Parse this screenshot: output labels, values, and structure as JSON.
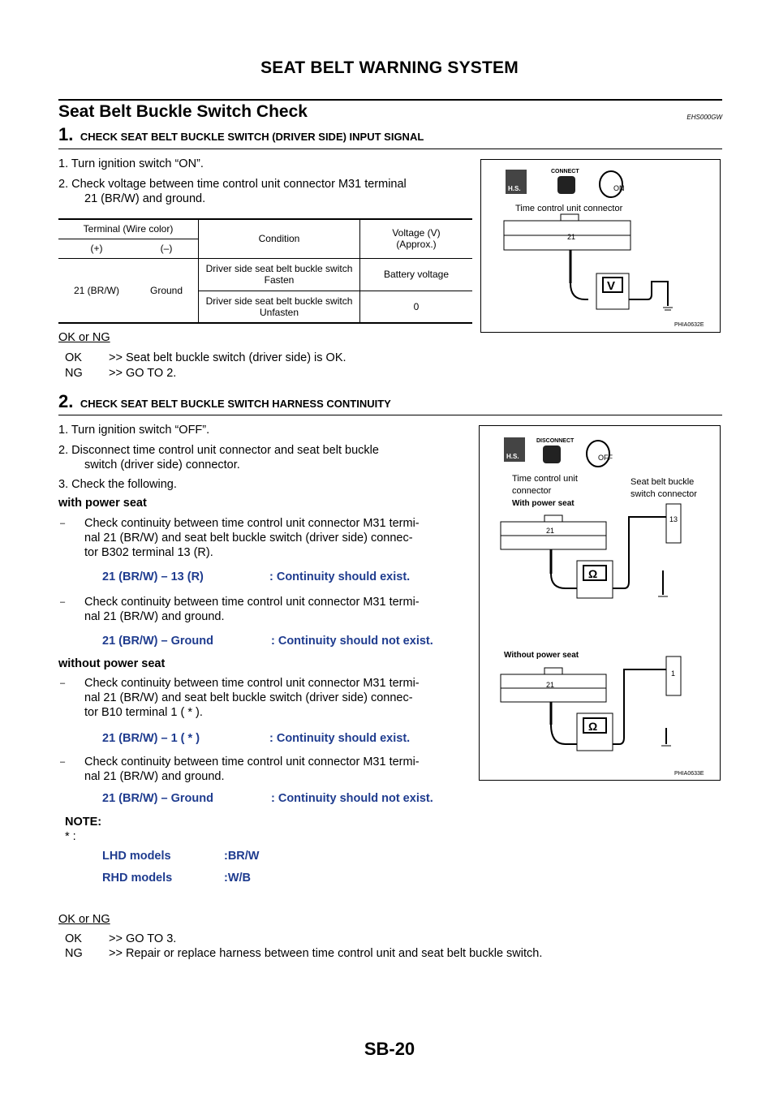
{
  "header": {
    "title": "SEAT BELT WARNING SYSTEM"
  },
  "section": {
    "title": "Seat Belt Buckle Switch Check",
    "id": "EHS000GW"
  },
  "step1": {
    "num": "1.",
    "title": "CHECK SEAT BELT BUCKLE SWITCH (DRIVER SIDE) INPUT SIGNAL",
    "items": [
      "1.  Turn ignition switch “ON”.",
      "2.  Check voltage between time control unit connector M31 terminal",
      "21 (BR/W) and ground."
    ],
    "table": {
      "h_terminal": "Terminal (Wire color)",
      "h_plus": "(+)",
      "h_minus": "(–)",
      "h_condition": "Condition",
      "h_voltage": "Voltage (V)\n(Approx.)",
      "r_plus": "21 (BR/W)",
      "r_minus": "Ground",
      "c1": "Driver side seat belt buckle switch\nFasten",
      "v1": "Battery voltage",
      "c2": "Driver side seat belt buckle switch\nUnfasten",
      "v2": "0"
    },
    "okng": "OK or NG",
    "ok_label": "OK",
    "ok_text": ">> Seat belt buckle switch (driver side) is OK.",
    "ng_label": "NG",
    "ng_text": ">> GO TO 2.",
    "fig": {
      "label": "Time control unit connector",
      "terminal": "21",
      "code": "PHIA0632E",
      "meter": "V",
      "connect": "CONNECT",
      "on": "ON",
      "hs": "H.S."
    }
  },
  "step2": {
    "num": "2.",
    "title": "CHECK SEAT BELT BUCKLE SWITCH HARNESS CONTINUITY",
    "i1": "1.  Turn ignition switch “OFF”.",
    "i2a": "2.  Disconnect time control unit connector and seat belt buckle",
    "i2b": "switch (driver side) connector.",
    "i3": "3.  Check the following.",
    "with": "with power seat",
    "w1a": "Check continuity between time control unit connector M31 termi-",
    "w1b": "nal 21 (BR/W) and seat belt buckle switch (driver side) connec-",
    "w1c": "tor B302 terminal 13 (R).",
    "w1_spec_l": "21 (BR/W) – 13 (R)",
    "w1_spec_r": ": Continuity should exist.",
    "w2a": "Check continuity between time control unit connector M31 termi-",
    "w2b": "nal 21 (BR/W) and ground.",
    "w2_spec_l": "21 (BR/W) – Ground",
    "w2_spec_r": ": Continuity should not exist.",
    "without": "without power seat",
    "o1a": "Check continuity between time control unit connector M31 termi-",
    "o1b": "nal 21 (BR/W) and seat belt buckle switch (driver side) connec-",
    "o1c": "tor B10 terminal 1 ( * ).",
    "o1_spec_l": "21 (BR/W) – 1 ( * )",
    "o1_spec_r": ": Continuity should exist.",
    "o2a": "Check continuity between time control unit connector M31 termi-",
    "o2b": "nal 21 (BR/W) and ground.",
    "o2_spec_l": "21 (BR/W) – Ground",
    "o2_spec_r": ": Continuity should not exist.",
    "note": "NOTE:",
    "star": "* :",
    "lhd_l": "LHD models",
    "lhd_r": ":BR/W",
    "rhd_l": "RHD models",
    "rhd_r": ":W/B",
    "okng": "OK or NG",
    "ok_label": "OK",
    "ok_text": ">> GO TO 3.",
    "ng_label": "NG",
    "ng_text": ">> Repair or replace harness between time control unit and seat belt buckle switch.",
    "fig": {
      "tcu": "Time control unit",
      "tcu2": "connector",
      "sb": "Seat belt buckle",
      "sb2": "switch connector",
      "with": "With power seat",
      "without": "Without power seat",
      "t21": "21",
      "t13": "13",
      "t1": "1",
      "code": "PHIA0633E",
      "disconnect": "DISCONNECT",
      "off": "OFF",
      "hs": "H.S.",
      "omega": "Ω"
    }
  },
  "footer": {
    "page": "SB-20"
  },
  "dash": "–"
}
